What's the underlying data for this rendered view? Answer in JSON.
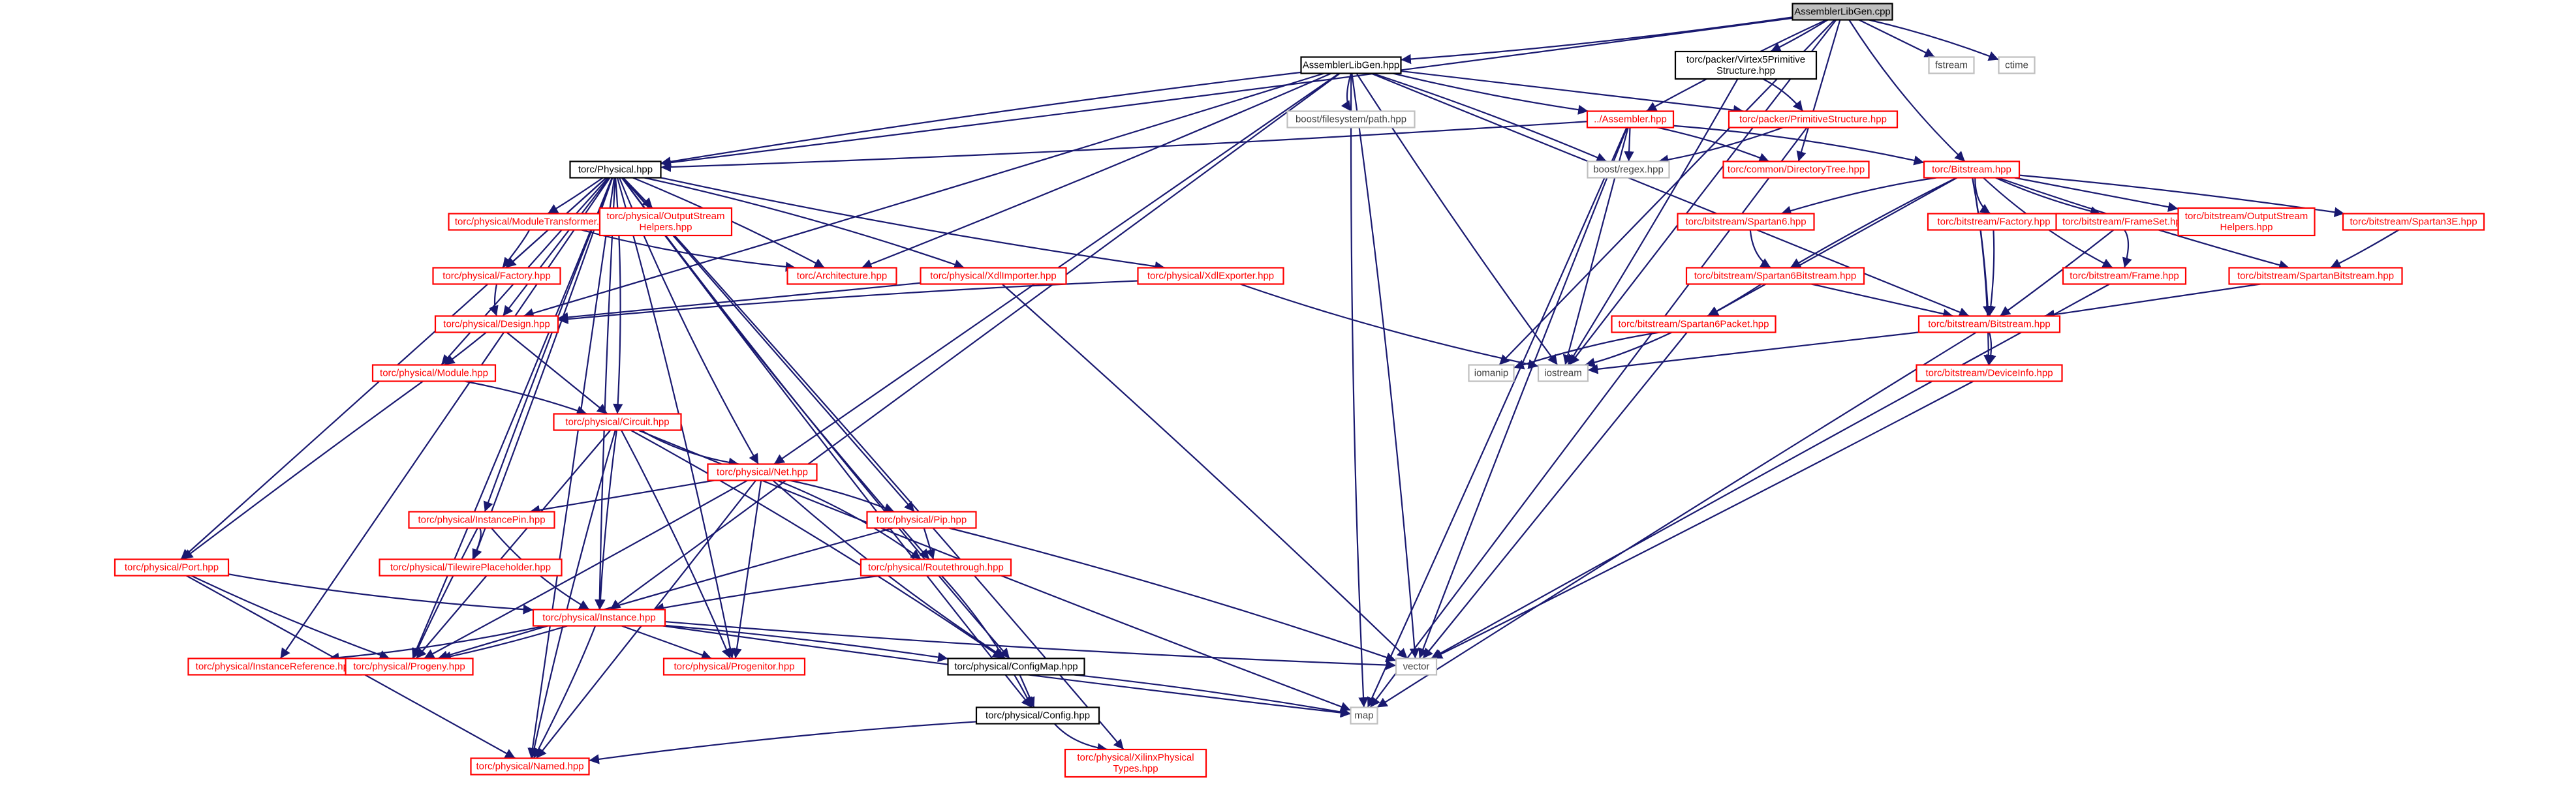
{
  "graph": {
    "colors": {
      "edge": "#191970",
      "root_fill": "#bfbfbf",
      "red": "#ff0000",
      "ext": "#bfbfbf"
    },
    "nodes": [
      {
        "id": "root",
        "kind": "root",
        "lines": [
          "AssemblerLibGen.cpp"
        ]
      },
      {
        "id": "alh",
        "kind": "blk",
        "lines": [
          "AssemblerLibGen.hpp"
        ]
      },
      {
        "id": "v5p",
        "kind": "blk",
        "lines": [
          "torc/packer/Virtex5Primitive",
          "Structure.hpp"
        ]
      },
      {
        "id": "fstream",
        "kind": "ext",
        "lines": [
          "fstream"
        ]
      },
      {
        "id": "ctime",
        "kind": "ext",
        "lines": [
          "ctime"
        ]
      },
      {
        "id": "bfs",
        "kind": "ext",
        "lines": [
          "boost/filesystem/path.hpp"
        ]
      },
      {
        "id": "asm",
        "kind": "red",
        "lines": [
          "../Assembler.hpp"
        ]
      },
      {
        "id": "pps",
        "kind": "red",
        "lines": [
          "torc/packer/PrimitiveStructure.hpp"
        ]
      },
      {
        "id": "breg",
        "kind": "ext",
        "lines": [
          "boost/regex.hpp"
        ]
      },
      {
        "id": "cdt",
        "kind": "red",
        "lines": [
          "torc/common/DirectoryTree.hpp"
        ]
      },
      {
        "id": "bsh",
        "kind": "red",
        "lines": [
          "torc/Bitstream.hpp"
        ]
      },
      {
        "id": "phys",
        "kind": "blk",
        "lines": [
          "torc/Physical.hpp"
        ]
      },
      {
        "id": "mt",
        "kind": "red",
        "lines": [
          "torc/physical/ModuleTransformer.hpp"
        ]
      },
      {
        "id": "osh",
        "kind": "red",
        "lines": [
          "torc/physical/OutputStream",
          "Helpers.hpp"
        ]
      },
      {
        "id": "arch",
        "kind": "red",
        "lines": [
          "torc/Architecture.hpp"
        ]
      },
      {
        "id": "xdli",
        "kind": "red",
        "lines": [
          "torc/physical/XdlImporter.hpp"
        ]
      },
      {
        "id": "xdle",
        "kind": "red",
        "lines": [
          "torc/physical/XdlExporter.hpp"
        ]
      },
      {
        "id": "fac",
        "kind": "red",
        "lines": [
          "torc/physical/Factory.hpp"
        ]
      },
      {
        "id": "des",
        "kind": "red",
        "lines": [
          "torc/physical/Design.hpp"
        ]
      },
      {
        "id": "mod",
        "kind": "red",
        "lines": [
          "torc/physical/Module.hpp"
        ]
      },
      {
        "id": "circ",
        "kind": "red",
        "lines": [
          "torc/physical/Circuit.hpp"
        ]
      },
      {
        "id": "net",
        "kind": "red",
        "lines": [
          "torc/physical/Net.hpp"
        ]
      },
      {
        "id": "ipin",
        "kind": "red",
        "lines": [
          "torc/physical/InstancePin.hpp"
        ]
      },
      {
        "id": "pip",
        "kind": "red",
        "lines": [
          "torc/physical/Pip.hpp"
        ]
      },
      {
        "id": "twp",
        "kind": "red",
        "lines": [
          "torc/physical/TilewirePlaceholder.hpp"
        ]
      },
      {
        "id": "port",
        "kind": "red",
        "lines": [
          "torc/physical/Port.hpp"
        ]
      },
      {
        "id": "rt",
        "kind": "red",
        "lines": [
          "torc/physical/Routethrough.hpp"
        ]
      },
      {
        "id": "inst",
        "kind": "red",
        "lines": [
          "torc/physical/Instance.hpp"
        ]
      },
      {
        "id": "iref",
        "kind": "red",
        "lines": [
          "torc/physical/InstanceReference.hpp"
        ]
      },
      {
        "id": "prog",
        "kind": "red",
        "lines": [
          "torc/physical/Progeny.hpp"
        ]
      },
      {
        "id": "pgen",
        "kind": "red",
        "lines": [
          "torc/physical/Progenitor.hpp"
        ]
      },
      {
        "id": "vec",
        "kind": "ext",
        "lines": [
          "vector"
        ]
      },
      {
        "id": "cmap",
        "kind": "blk",
        "lines": [
          "torc/physical/ConfigMap.hpp"
        ]
      },
      {
        "id": "map",
        "kind": "ext",
        "lines": [
          "map"
        ]
      },
      {
        "id": "cfg",
        "kind": "blk",
        "lines": [
          "torc/physical/Config.hpp"
        ]
      },
      {
        "id": "named",
        "kind": "red",
        "lines": [
          "torc/physical/Named.hpp"
        ]
      },
      {
        "id": "xpt",
        "kind": "red",
        "lines": [
          "torc/physical/XilinxPhysical",
          "Types.hpp"
        ]
      },
      {
        "id": "s6",
        "kind": "red",
        "lines": [
          "torc/bitstream/Spartan6.hpp"
        ]
      },
      {
        "id": "bfac",
        "kind": "red",
        "lines": [
          "torc/bitstream/Factory.hpp"
        ]
      },
      {
        "id": "fset",
        "kind": "red",
        "lines": [
          "torc/bitstream/FrameSet.hpp"
        ]
      },
      {
        "id": "bosh",
        "kind": "red",
        "lines": [
          "torc/bitstream/OutputStream",
          "Helpers.hpp"
        ]
      },
      {
        "id": "s3e",
        "kind": "red",
        "lines": [
          "torc/bitstream/Spartan3E.hpp"
        ]
      },
      {
        "id": "s6b",
        "kind": "red",
        "lines": [
          "torc/bitstream/Spartan6Bitstream.hpp"
        ]
      },
      {
        "id": "frame",
        "kind": "red",
        "lines": [
          "torc/bitstream/Frame.hpp"
        ]
      },
      {
        "id": "sb",
        "kind": "red",
        "lines": [
          "torc/bitstream/SpartanBitstream.hpp"
        ]
      },
      {
        "id": "s6p",
        "kind": "red",
        "lines": [
          "torc/bitstream/Spartan6Packet.hpp"
        ]
      },
      {
        "id": "bbs",
        "kind": "red",
        "lines": [
          "torc/bitstream/Bitstream.hpp"
        ]
      },
      {
        "id": "iomanip",
        "kind": "ext",
        "lines": [
          "iomanip"
        ]
      },
      {
        "id": "iostream",
        "kind": "ext",
        "lines": [
          "iostream"
        ]
      },
      {
        "id": "dinfo",
        "kind": "red",
        "lines": [
          "torc/bitstream/DeviceInfo.hpp"
        ]
      }
    ],
    "edges": [
      [
        "root",
        "alh"
      ],
      [
        "root",
        "v5p"
      ],
      [
        "root",
        "fstream"
      ],
      [
        "root",
        "ctime"
      ],
      [
        "root",
        "asm"
      ],
      [
        "root",
        "bsh"
      ],
      [
        "root",
        "phys"
      ],
      [
        "root",
        "cdt"
      ],
      [
        "root",
        "iostream"
      ],
      [
        "root",
        "iomanip"
      ],
      [
        "alh",
        "bfs"
      ],
      [
        "alh",
        "asm"
      ],
      [
        "alh",
        "pps"
      ],
      [
        "alh",
        "breg"
      ],
      [
        "alh",
        "phys"
      ],
      [
        "alh",
        "arch"
      ],
      [
        "alh",
        "des"
      ],
      [
        "alh",
        "net"
      ],
      [
        "alh",
        "inst"
      ],
      [
        "alh",
        "vec"
      ],
      [
        "alh",
        "map"
      ],
      [
        "alh",
        "iostream"
      ],
      [
        "alh",
        "bbs"
      ],
      [
        "v5p",
        "pps"
      ],
      [
        "v5p",
        "iostream"
      ],
      [
        "pps",
        "breg"
      ],
      [
        "pps",
        "map"
      ],
      [
        "asm",
        "breg"
      ],
      [
        "asm",
        "cdt"
      ],
      [
        "asm",
        "bsh"
      ],
      [
        "asm",
        "phys"
      ],
      [
        "asm",
        "vec"
      ],
      [
        "asm",
        "iostream"
      ],
      [
        "asm",
        "map"
      ],
      [
        "bsh",
        "s6"
      ],
      [
        "bsh",
        "bfac"
      ],
      [
        "bsh",
        "fset"
      ],
      [
        "bsh",
        "bosh"
      ],
      [
        "bsh",
        "s3e"
      ],
      [
        "bsh",
        "s6b"
      ],
      [
        "bsh",
        "frame"
      ],
      [
        "bsh",
        "sb"
      ],
      [
        "bsh",
        "s6p"
      ],
      [
        "bsh",
        "bbs"
      ],
      [
        "bsh",
        "dinfo"
      ],
      [
        "s6",
        "s6b"
      ],
      [
        "s6b",
        "s6p"
      ],
      [
        "s6b",
        "bbs"
      ],
      [
        "bfac",
        "bbs"
      ],
      [
        "fset",
        "frame"
      ],
      [
        "fset",
        "bbs"
      ],
      [
        "s3e",
        "sb"
      ],
      [
        "sb",
        "bbs"
      ],
      [
        "frame",
        "vec"
      ],
      [
        "s6p",
        "iomanip"
      ],
      [
        "s6p",
        "iostream"
      ],
      [
        "s6p",
        "vec"
      ],
      [
        "bbs",
        "iostream"
      ],
      [
        "bbs",
        "dinfo"
      ],
      [
        "bbs",
        "map"
      ],
      [
        "dinfo",
        "vec"
      ],
      [
        "phys",
        "mt"
      ],
      [
        "phys",
        "osh"
      ],
      [
        "phys",
        "arch"
      ],
      [
        "phys",
        "xdli"
      ],
      [
        "phys",
        "xdle"
      ],
      [
        "phys",
        "fac"
      ],
      [
        "phys",
        "des"
      ],
      [
        "phys",
        "mod"
      ],
      [
        "phys",
        "circ"
      ],
      [
        "phys",
        "net"
      ],
      [
        "phys",
        "ipin"
      ],
      [
        "phys",
        "pip"
      ],
      [
        "phys",
        "twp"
      ],
      [
        "phys",
        "port"
      ],
      [
        "phys",
        "rt"
      ],
      [
        "phys",
        "inst"
      ],
      [
        "phys",
        "iref"
      ],
      [
        "phys",
        "prog"
      ],
      [
        "phys",
        "pgen"
      ],
      [
        "phys",
        "cmap"
      ],
      [
        "phys",
        "cfg"
      ],
      [
        "phys",
        "named"
      ],
      [
        "phys",
        "xpt"
      ],
      [
        "mt",
        "fac"
      ],
      [
        "mt",
        "arch"
      ],
      [
        "fac",
        "des"
      ],
      [
        "xdli",
        "des"
      ],
      [
        "xdli",
        "vec"
      ],
      [
        "xdle",
        "des"
      ],
      [
        "xdle",
        "iostream"
      ],
      [
        "des",
        "mod"
      ],
      [
        "des",
        "circ"
      ],
      [
        "mod",
        "circ"
      ],
      [
        "mod",
        "port"
      ],
      [
        "circ",
        "net"
      ],
      [
        "circ",
        "inst"
      ],
      [
        "circ",
        "prog"
      ],
      [
        "circ",
        "pgen"
      ],
      [
        "circ",
        "cmap"
      ],
      [
        "circ",
        "named"
      ],
      [
        "circ",
        "map"
      ],
      [
        "net",
        "ipin"
      ],
      [
        "net",
        "pip"
      ],
      [
        "net",
        "rt"
      ],
      [
        "net",
        "cmap"
      ],
      [
        "net",
        "prog"
      ],
      [
        "net",
        "pgen"
      ],
      [
        "net",
        "named"
      ],
      [
        "ipin",
        "twp"
      ],
      [
        "ipin",
        "inst"
      ],
      [
        "ipin",
        "prog"
      ],
      [
        "pip",
        "rt"
      ],
      [
        "pip",
        "prog"
      ],
      [
        "pip",
        "vec"
      ],
      [
        "port",
        "inst"
      ],
      [
        "port",
        "prog"
      ],
      [
        "port",
        "named"
      ],
      [
        "rt",
        "inst"
      ],
      [
        "rt",
        "cfg"
      ],
      [
        "inst",
        "iref"
      ],
      [
        "inst",
        "prog"
      ],
      [
        "inst",
        "pgen"
      ],
      [
        "inst",
        "cmap"
      ],
      [
        "inst",
        "named"
      ],
      [
        "inst",
        "vec"
      ],
      [
        "inst",
        "map"
      ],
      [
        "cmap",
        "cfg"
      ],
      [
        "cmap",
        "map"
      ],
      [
        "cfg",
        "named"
      ],
      [
        "cfg",
        "xpt"
      ]
    ]
  }
}
